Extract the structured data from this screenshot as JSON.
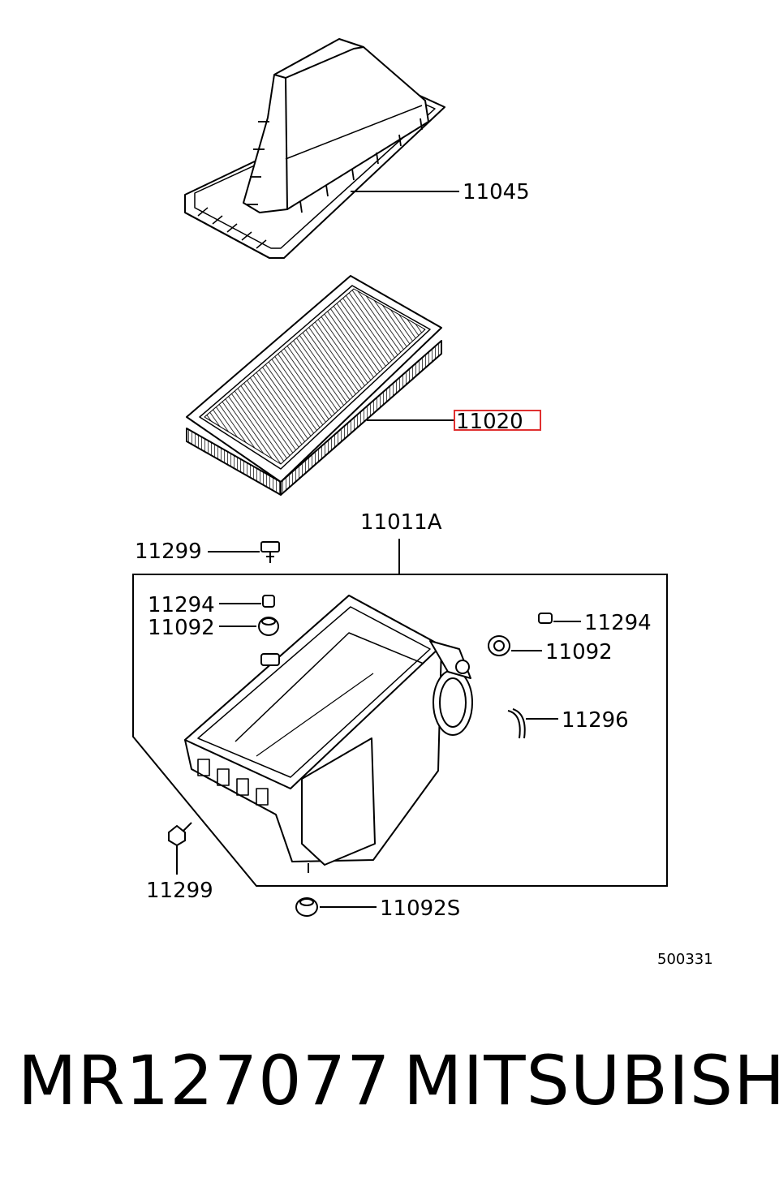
{
  "callouts": {
    "c11045": "11045",
    "c11020": "11020",
    "c11011a": "11011A",
    "c11299_top": "11299",
    "c11294_left": "11294",
    "c11092_left": "11092",
    "c11294_right": "11294",
    "c11092_right": "11092",
    "c11296": "11296",
    "c11299_bottom": "11299",
    "c11092s": "11092S"
  },
  "figure_ref": "500331",
  "footer": {
    "part_number": "MR127077",
    "brand": "MITSUBISHI"
  },
  "highlight_color": "#e03030"
}
